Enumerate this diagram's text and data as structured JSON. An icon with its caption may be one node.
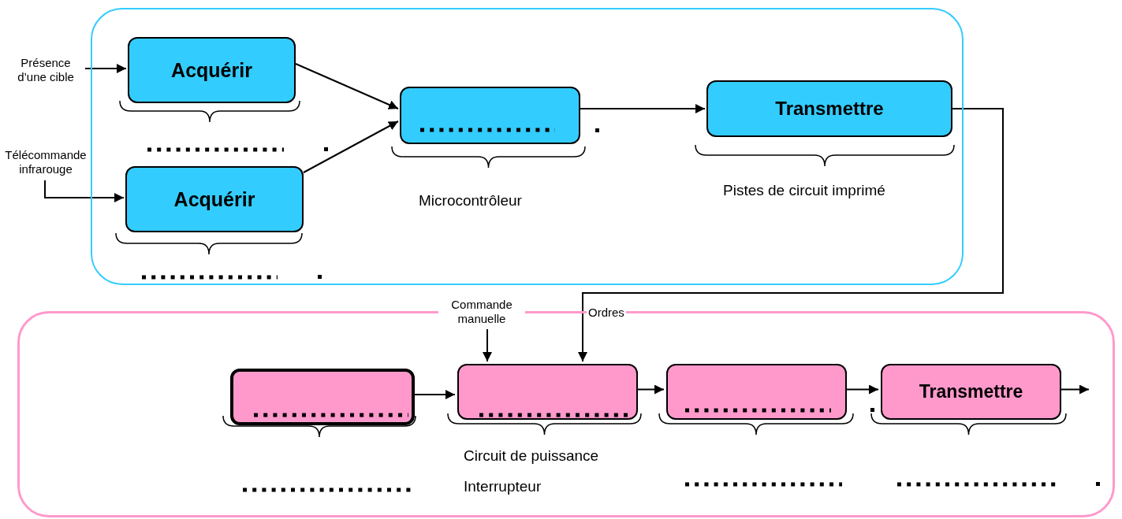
{
  "diagram": {
    "nodes": [
      {
        "text": [],
        "shape": "box"
      },
      {
        "text": [
          "Acquérir"
        ],
        "in": 0
      },
      {
        "text": [
          "Acquérir"
        ],
        "in": 0
      },
      {
        "text": [],
        "shape": "box",
        "in": 0,
        "beside": [
          "Microcontrôleur"
        ]
      },
      {
        "text": [
          "Transmettre"
        ],
        "in": 0,
        "beside": [
          "Pistes de circuit imprimé"
        ]
      },
      {
        "text": [],
        "shape": "box"
      },
      {
        "text": [],
        "shape": "box",
        "in": 5
      },
      {
        "text": [],
        "shape": "box",
        "in": 5,
        "beside": [
          "Circuit de puissance",
          "Interrupteur"
        ]
      },
      {
        "text": [],
        "shape": "box",
        "in": 5
      },
      {
        "text": [
          "Transmettre"
        ],
        "in": 5
      },
      {
        "text": [
          "Présence d’une cible"
        ]
      },
      {
        "text": [
          "Télécommande infrarouge"
        ]
      },
      {
        "text": [
          "Commande manuelle"
        ]
      }
    ],
    "edges": [
      {
        "from": 10,
        "to": 1,
        "arrow": "to"
      },
      {
        "from": 11,
        "to": 2,
        "arrow": "to"
      },
      {
        "from": 1,
        "to": 3,
        "arrow": "to"
      },
      {
        "from": 2,
        "to": 3,
        "arrow": "to"
      },
      {
        "from": 3,
        "to": 4,
        "arrow": "to"
      },
      {
        "from": 4,
        "to": 7,
        "arrow": "to",
        "label": "Ordres"
      },
      {
        "from": 12,
        "to": 7,
        "arrow": "to"
      },
      {
        "from": 6,
        "to": 7,
        "arrow": "to"
      },
      {
        "from": 7,
        "to": 8,
        "arrow": "to"
      },
      {
        "from": 8,
        "to": 9,
        "arrow": "to"
      },
      {
        "from": 9,
        "to": null,
        "arrow": "to"
      }
    ]
  }
}
